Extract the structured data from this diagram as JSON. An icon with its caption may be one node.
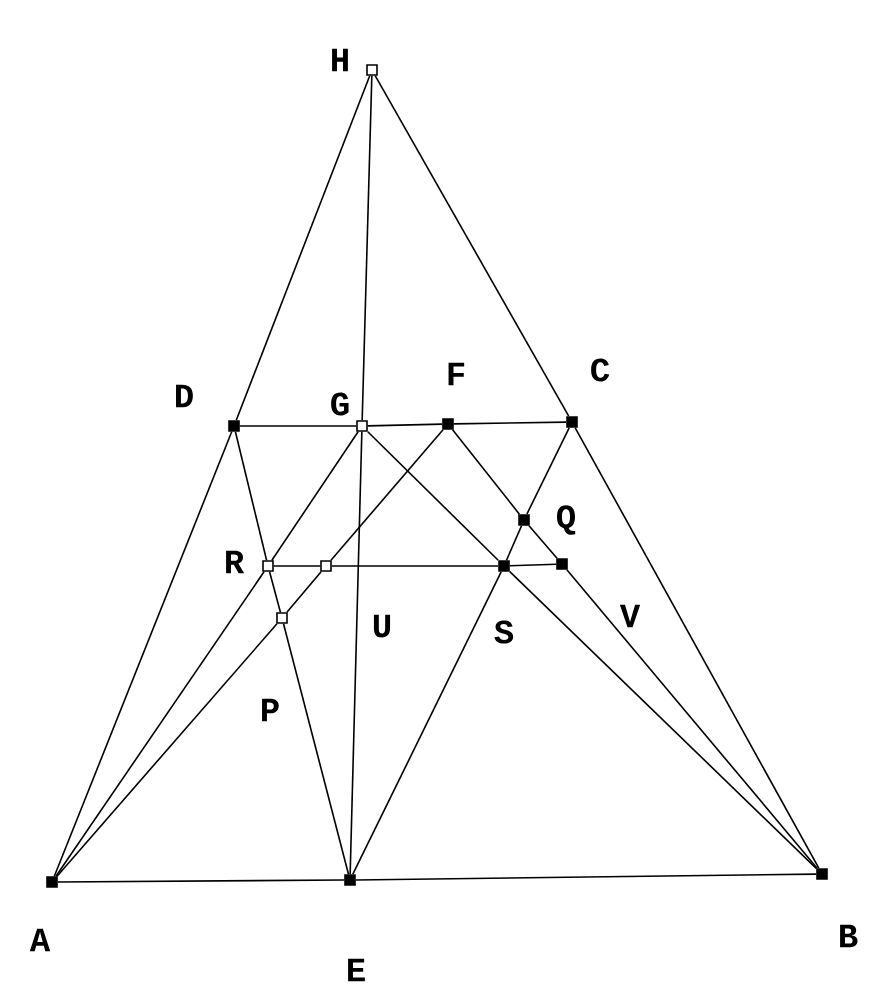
{
  "diagram": {
    "nodes": [
      {
        "text": [
          "H"
        ]
      },
      {
        "text": [
          "D"
        ]
      },
      {
        "text": [
          "G"
        ]
      },
      {
        "text": [
          "F"
        ]
      },
      {
        "text": [
          "C"
        ]
      },
      {
        "text": [
          "R"
        ]
      },
      {
        "text": [
          "U"
        ]
      },
      {
        "text": [
          "Q"
        ]
      },
      {
        "text": [
          "S"
        ]
      },
      {
        "text": [
          "V"
        ]
      },
      {
        "text": [
          "P"
        ]
      },
      {
        "text": [
          "A"
        ]
      },
      {
        "text": [
          "E"
        ]
      },
      {
        "text": [
          "B"
        ]
      }
    ],
    "edges": [
      {
        "from": 11,
        "to": 1,
        "arrow": "none"
      },
      {
        "from": 1,
        "to": 0,
        "arrow": "none"
      },
      {
        "from": 0,
        "to": 2,
        "arrow": "none"
      },
      {
        "from": 2,
        "to": 12,
        "arrow": "none"
      },
      {
        "from": 0,
        "to": 4,
        "arrow": "none"
      },
      {
        "from": 4,
        "to": 13,
        "arrow": "none"
      },
      {
        "from": 11,
        "to": 12,
        "arrow": "none"
      },
      {
        "from": 12,
        "to": 13,
        "arrow": "none"
      },
      {
        "from": 1,
        "to": 2,
        "arrow": "none"
      },
      {
        "from": 2,
        "to": 3,
        "arrow": "none"
      },
      {
        "from": 3,
        "to": 4,
        "arrow": "none"
      },
      {
        "from": 5,
        "to": 6,
        "arrow": "none"
      },
      {
        "from": 6,
        "to": 8,
        "arrow": "none"
      },
      {
        "from": 8,
        "to": 9,
        "arrow": "none"
      },
      {
        "from": 11,
        "to": 5,
        "arrow": "none"
      },
      {
        "from": 5,
        "to": 2,
        "arrow": "none"
      },
      {
        "from": 11,
        "to": 10,
        "arrow": "none"
      },
      {
        "from": 10,
        "to": 6,
        "arrow": "none"
      },
      {
        "from": 6,
        "to": 3,
        "arrow": "none"
      },
      {
        "from": 1,
        "to": 5,
        "arrow": "none"
      },
      {
        "from": 5,
        "to": 10,
        "arrow": "none"
      },
      {
        "from": 10,
        "to": 12,
        "arrow": "none"
      },
      {
        "from": 2,
        "to": 8,
        "arrow": "none"
      },
      {
        "from": 8,
        "to": 13,
        "arrow": "none"
      },
      {
        "from": 3,
        "to": 7,
        "arrow": "none"
      },
      {
        "from": 7,
        "to": 9,
        "arrow": "none"
      },
      {
        "from": 9,
        "to": 13,
        "arrow": "none"
      },
      {
        "from": 12,
        "to": 8,
        "arrow": "none"
      },
      {
        "from": 8,
        "to": 7,
        "arrow": "none"
      },
      {
        "from": 7,
        "to": 4,
        "arrow": "none"
      }
    ]
  }
}
